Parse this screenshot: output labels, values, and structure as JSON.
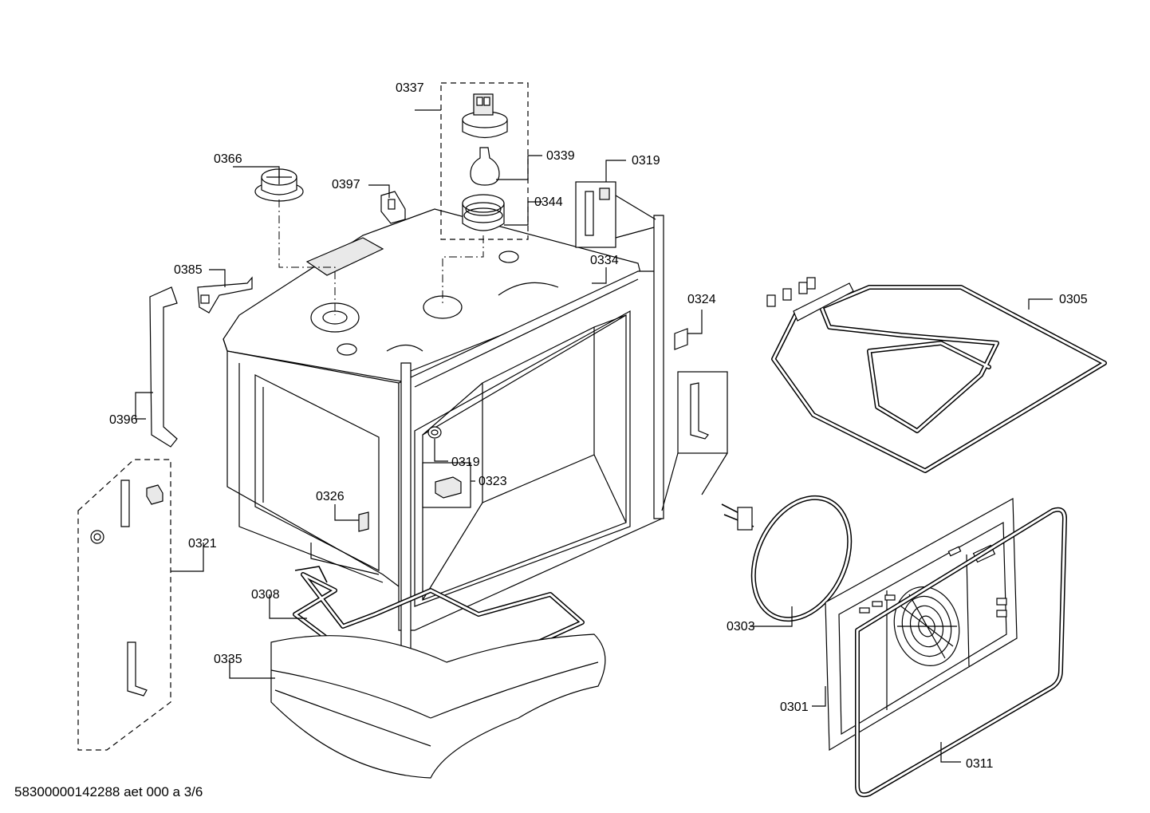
{
  "labels": {
    "p0337": "0337",
    "p0339": "0339",
    "p0344": "0344",
    "p0366": "0366",
    "p0397": "0397",
    "p0319_top": "0319",
    "p0334": "0334",
    "p0385": "0385",
    "p0324": "0324",
    "p0305": "0305",
    "p0396": "0396",
    "p0319_mid": "0319",
    "p0323": "0323",
    "p0326": "0326",
    "p0321": "0321",
    "p0308": "0308",
    "p0303": "0303",
    "p0335": "0335",
    "p0301": "0301",
    "p0311": "0311"
  },
  "footer": {
    "doc_code": "58300000142288 aet 000 a 3/6"
  }
}
